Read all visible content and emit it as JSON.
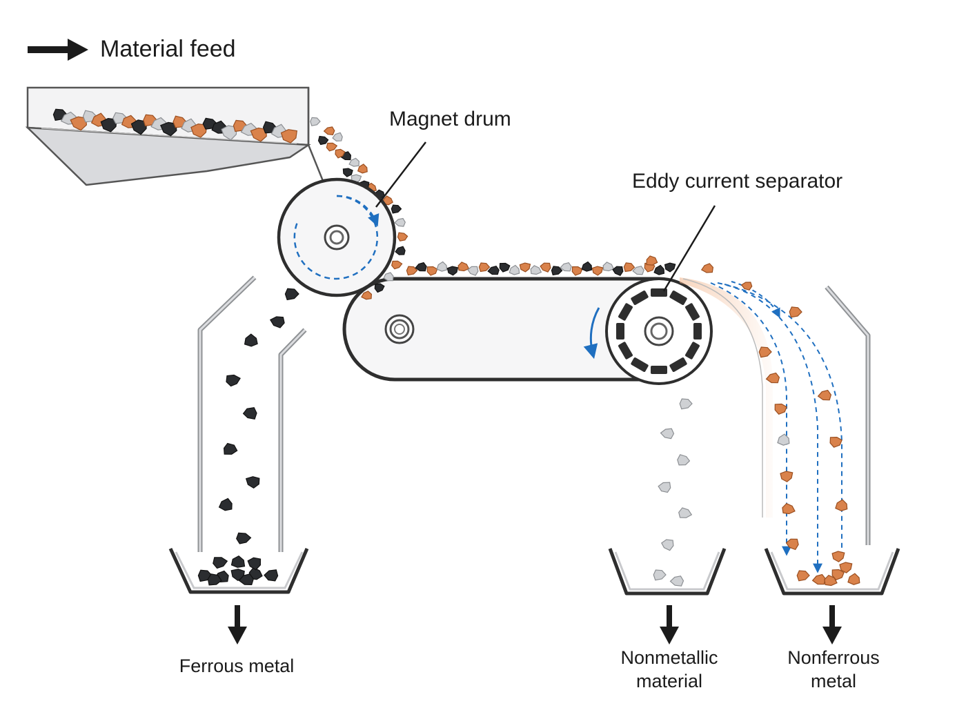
{
  "labels": {
    "feed": "Material feed",
    "drum": "Magnet drum",
    "eddy": "Eddy current separator",
    "ferrous": "Ferrous metal",
    "nonmetallic": [
      "Nonmetallic",
      "material"
    ],
    "nonferrous": [
      "Nonferrous",
      "metal"
    ]
  },
  "colors": {
    "ferrous": "#2b2d30",
    "nonferrous": "#d9824b",
    "nonmetallic": "#cfd1d4",
    "line": "#2e2e2e",
    "flow_arrow": "#1f6fc0",
    "chute": "#a0a3a6"
  },
  "icons": [
    "arrow-right-icon",
    "arrow-down-icon",
    "rotation-arrow-icon"
  ]
}
